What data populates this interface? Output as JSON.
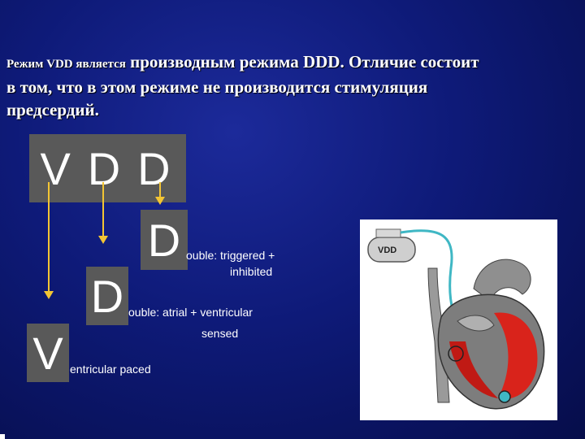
{
  "title": {
    "prefix": "Режим VDD является",
    "rest_line1": " производным режима DDD. Отличие состоит",
    "line2": "в том, что в этом режиме не производится стимуляция",
    "line3": "предсердий."
  },
  "code": {
    "letters": [
      "V",
      "D",
      "D"
    ],
    "d_sensed": {
      "letter": "D",
      "line1": "ouble:  triggered +",
      "line2": "inhibited"
    },
    "d_chamber": {
      "letter": "D",
      "line1": "ouble:  atrial + ventricular",
      "line2": "sensed"
    },
    "v_paced": {
      "letter": "V",
      "line1": "entricular paced"
    }
  },
  "device": {
    "label": "VDD"
  },
  "colors": {
    "background": "#0e1a78",
    "box": "#595959",
    "arrow": "#f3c534",
    "lead": "#3fb7c4"
  }
}
